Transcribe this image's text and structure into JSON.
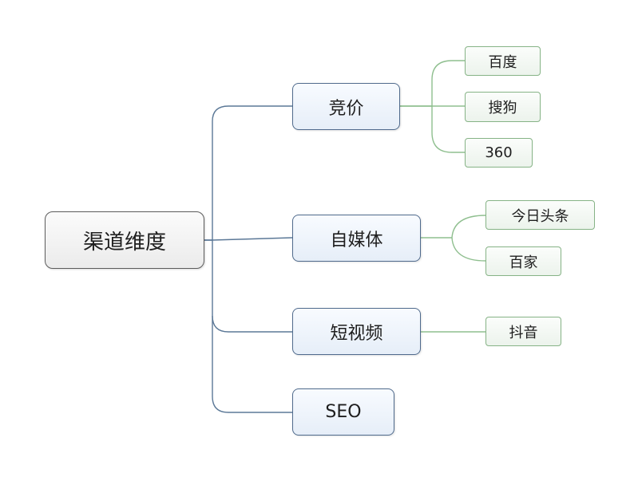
{
  "root": {
    "label": "渠道维度"
  },
  "branches": [
    {
      "label": "竞价",
      "children": [
        "百度",
        "搜狗",
        "360"
      ]
    },
    {
      "label": "自媒体",
      "children": [
        "今日头条",
        "百家"
      ]
    },
    {
      "label": "短视频",
      "children": [
        "抖音"
      ]
    },
    {
      "label": "SEO",
      "children": []
    }
  ],
  "colors": {
    "root_border": "#5c5c5c",
    "branch_border": "#4f6a8c",
    "branch_link": "#5b7897",
    "leaf_border": "#86b386",
    "leaf_link": "#8fbf8f"
  }
}
